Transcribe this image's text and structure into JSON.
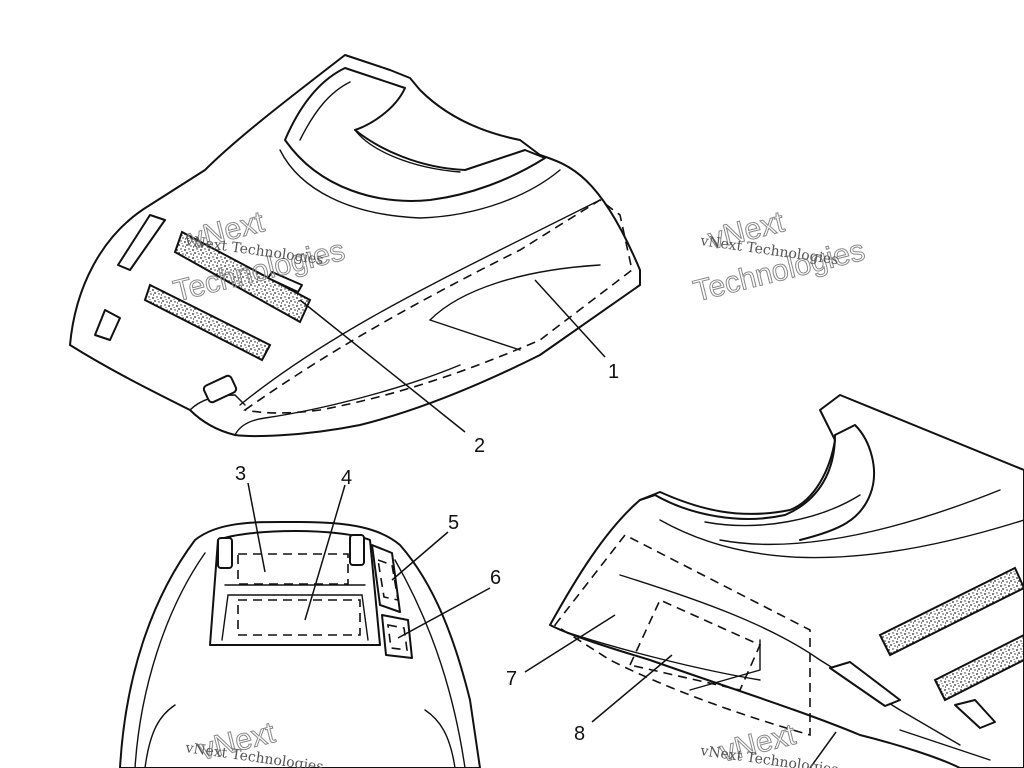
{
  "callouts": {
    "c1": "1",
    "c2": "2",
    "c3": "3",
    "c4": "4",
    "c5": "5",
    "c6": "6",
    "c7": "7",
    "c8": "8"
  },
  "watermark": {
    "line_small": "vNext Technologies",
    "line_big_1": "vNext",
    "line_big_2": "Technologies"
  }
}
